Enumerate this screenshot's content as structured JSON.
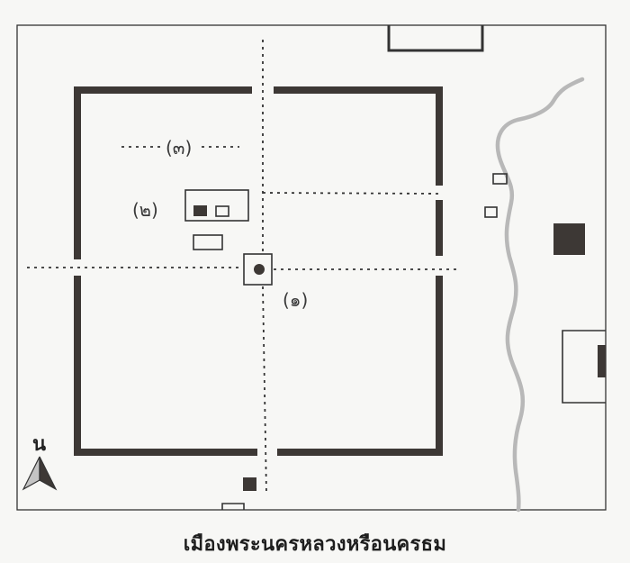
{
  "caption": "เมืองพระนครหลวงหรือนครธม",
  "labels": {
    "site_1": "(๑)",
    "site_2": "(๒)",
    "site_3": "(๓)"
  },
  "north_indicator": {
    "letter": "น",
    "icon": "north-arrow-icon"
  },
  "colors": {
    "wall": "#3d3835",
    "river": "#b8b8b8",
    "border": "#333333",
    "dotted_line": "#333333",
    "filled_structure": "#3d3835",
    "background": "#f7f7f5"
  }
}
